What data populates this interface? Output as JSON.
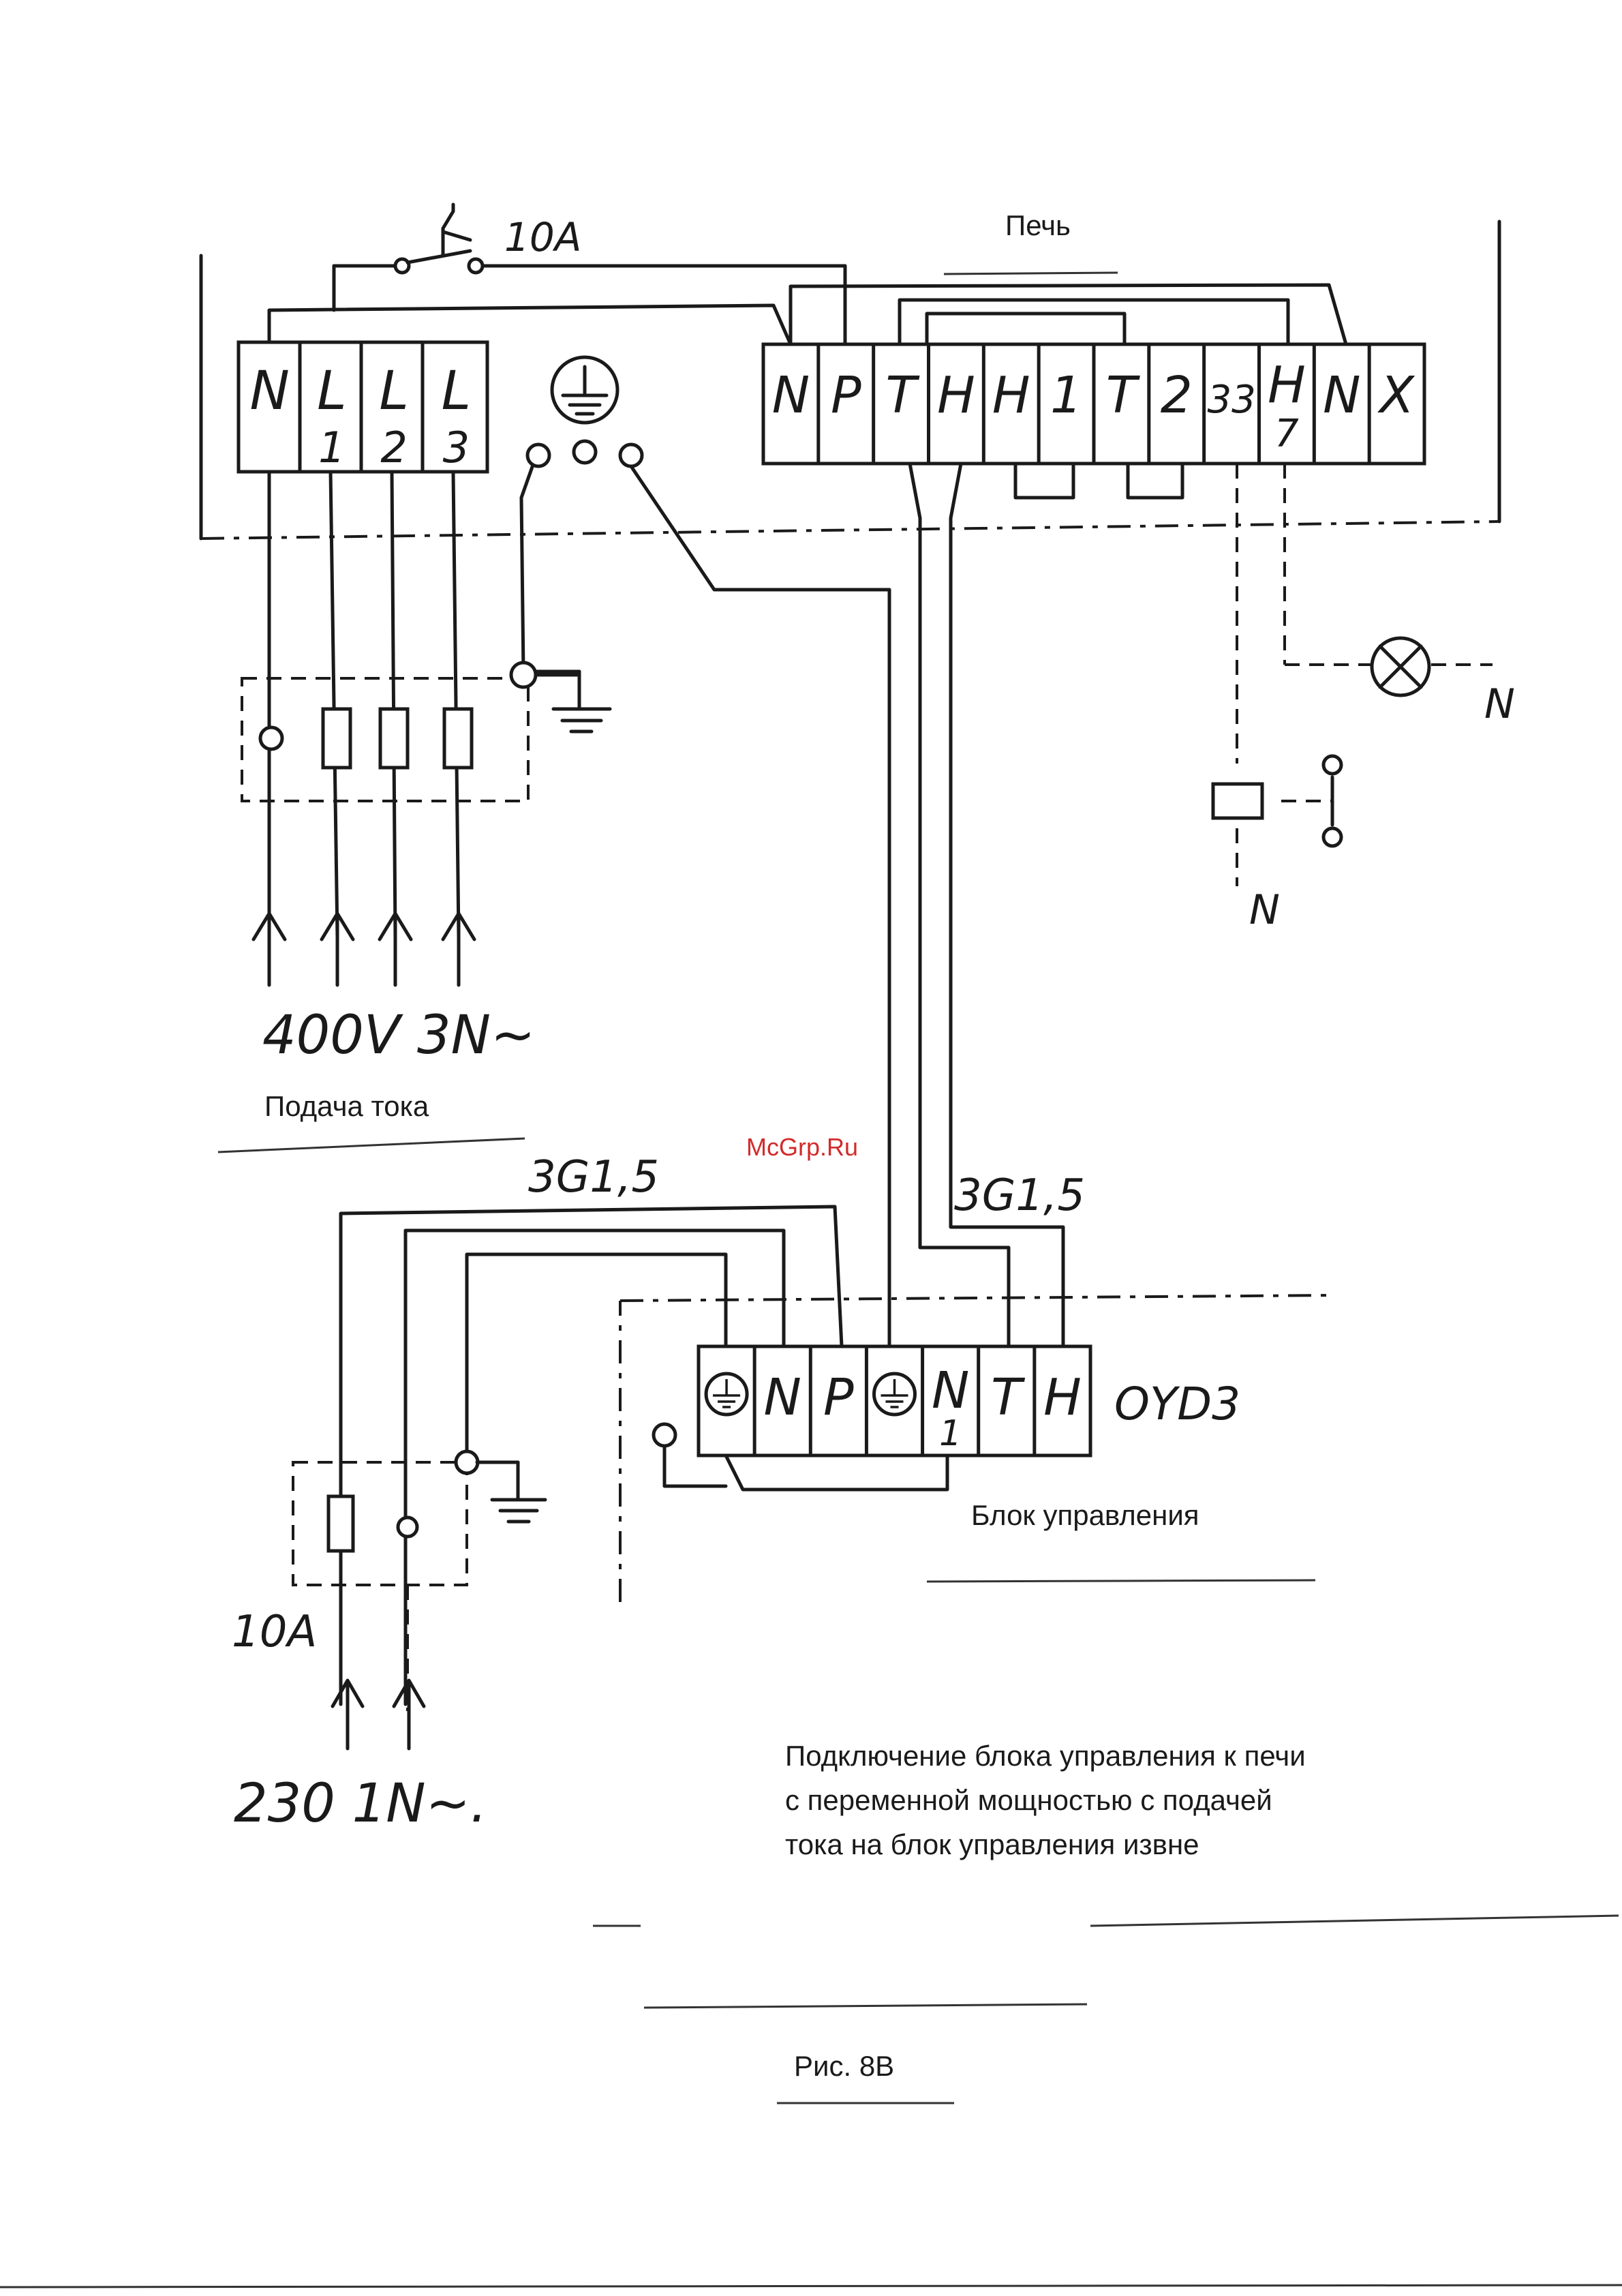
{
  "labels": {
    "oven_title": "Печь",
    "breaker_rating": "10A",
    "supply_voltage": "400V 3N~",
    "supply_caption": "Подача тока",
    "cable_left": "3G1,5",
    "cable_right": "3G1,5",
    "control_unit_model": "OYD3",
    "control_unit_caption": "Блок управления",
    "fuse_rating": "10A",
    "control_supply_voltage": "230 1N~.",
    "description_line1": "Подключение блока управления к печи",
    "description_line2": "с переменной мощностью с подачей",
    "description_line3": "тока на блок управления извне",
    "figure_label": "Рис. 8В",
    "neutral_lamp": "N",
    "neutral_relay": "N",
    "watermark": "McGrp.Ru"
  },
  "supply_terminals": [
    {
      "top": "N",
      "bottom": ""
    },
    {
      "top": "L",
      "bottom": "1"
    },
    {
      "top": "L",
      "bottom": "2"
    },
    {
      "top": "L",
      "bottom": "3"
    }
  ],
  "oven_terminals": [
    {
      "top": "N",
      "bottom": ""
    },
    {
      "top": "P",
      "bottom": ""
    },
    {
      "top": "T",
      "bottom": ""
    },
    {
      "top": "H",
      "bottom": ""
    },
    {
      "top": "H",
      "bottom": ""
    },
    {
      "top": "1",
      "bottom": ""
    },
    {
      "top": "T",
      "bottom": ""
    },
    {
      "top": "2",
      "bottom": ""
    },
    {
      "top": "33",
      "bottom": ""
    },
    {
      "top": "H",
      "bottom": "7"
    },
    {
      "top": "N",
      "bottom": ""
    },
    {
      "top": "X",
      "bottom": ""
    }
  ],
  "control_terminals": [
    {
      "top": "",
      "bottom": "",
      "icon": "ground-icon"
    },
    {
      "top": "N",
      "bottom": ""
    },
    {
      "top": "P",
      "bottom": ""
    },
    {
      "top": "",
      "bottom": "",
      "icon": "ground-icon"
    },
    {
      "top": "N",
      "bottom": "1"
    },
    {
      "top": "T",
      "bottom": ""
    },
    {
      "top": "H",
      "bottom": ""
    }
  ]
}
